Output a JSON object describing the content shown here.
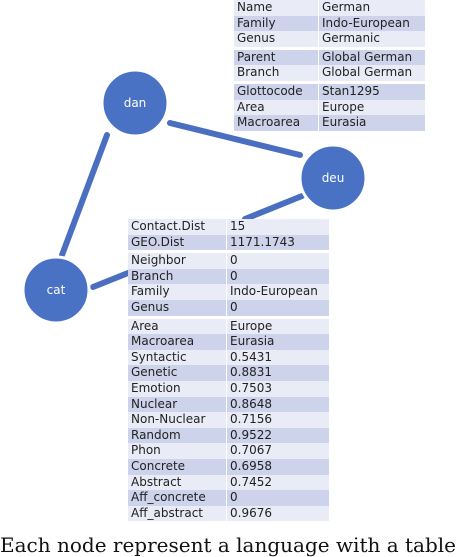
{
  "colors": {
    "node_fill": "#4a72c4",
    "node_stroke": "#ffffff",
    "edge": "#4a6fc0"
  },
  "nodes": [
    {
      "id": "dan",
      "label": "dan"
    },
    {
      "id": "deu",
      "label": "deu"
    },
    {
      "id": "cat",
      "label": "cat"
    }
  ],
  "edges": [
    {
      "from": "dan",
      "to": "deu"
    },
    {
      "from": "dan",
      "to": "cat"
    },
    {
      "from": "cat",
      "to": "deu"
    }
  ],
  "language_table": {
    "rows": [
      {
        "key": "Name",
        "value": "German"
      },
      {
        "key": "Family",
        "value": "Indo-European"
      },
      {
        "key": "Genus",
        "value": "Germanic"
      },
      {
        "key": "Parent",
        "value": "Global German"
      },
      {
        "key": "Branch",
        "value": "Global German"
      },
      {
        "key": "Glottocode",
        "value": "Stan1295"
      },
      {
        "key": "Area",
        "value": "Europe"
      },
      {
        "key": "Macroarea",
        "value": "Eurasia"
      }
    ]
  },
  "edge_table": {
    "rows": [
      {
        "key": "Contact.Dist",
        "value": "15"
      },
      {
        "key": "GEO.Dist",
        "value": "1171.1743"
      },
      {
        "key": "Neighbor",
        "value": "0"
      },
      {
        "key": "Branch",
        "value": "0"
      },
      {
        "key": "Family",
        "value": "Indo-European"
      },
      {
        "key": "Genus",
        "value": "0"
      },
      {
        "key": "Area",
        "value": "Europe"
      },
      {
        "key": "Macroarea",
        "value": "Eurasia"
      },
      {
        "key": "Syntactic",
        "value": "0.5431"
      },
      {
        "key": "Genetic",
        "value": "0.8831"
      },
      {
        "key": "Emotion",
        "value": "0.7503"
      },
      {
        "key": "Nuclear",
        "value": "0.8648"
      },
      {
        "key": "Non-Nuclear",
        "value": "0.7156"
      },
      {
        "key": "Random",
        "value": "0.9522"
      },
      {
        "key": "Phon",
        "value": "0.7067"
      },
      {
        "key": "Concrete",
        "value": "0.6958"
      },
      {
        "key": "Abstract",
        "value": "0.7452"
      },
      {
        "key": "Aff_concrete",
        "value": "0"
      },
      {
        "key": "Aff_abstract",
        "value": "0.9676"
      }
    ]
  },
  "caption": "Each node represent a language with a table"
}
